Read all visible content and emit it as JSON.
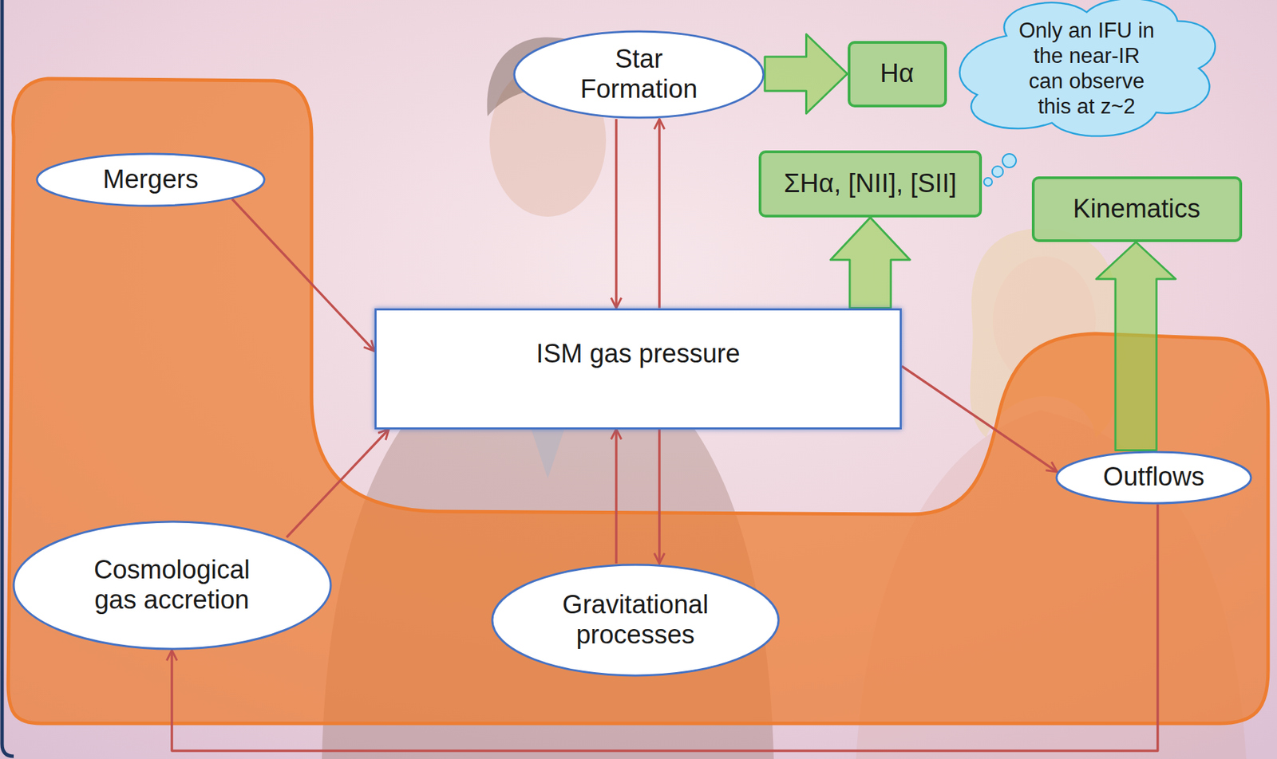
{
  "diagram": {
    "nodes": [
      {
        "text": [
          "Star Formation"
        ]
      },
      {
        "text": [
          "Hα"
        ]
      },
      {
        "text": [
          "Only an IFU in the near-IR can observe this at z~2"
        ]
      },
      {
        "text": [
          "Mergers"
        ]
      },
      {
        "text": [
          "ΣHα, [NII], [SII]"
        ]
      },
      {
        "text": [
          "Kinematics"
        ]
      },
      {
        "text": [
          "ISM gas pressure"
        ]
      },
      {
        "text": [
          "Outflows"
        ]
      },
      {
        "text": [
          "Cosmological gas accretion"
        ]
      },
      {
        "text": [
          "Gravitational processes"
        ]
      }
    ],
    "edges": [
      {
        "from": 0,
        "to": 1,
        "arrow": "to"
      },
      {
        "from": 0,
        "to": 6,
        "arrow": "to"
      },
      {
        "from": 6,
        "to": 0,
        "arrow": "to"
      },
      {
        "from": 3,
        "to": 6,
        "arrow": "to"
      },
      {
        "from": 6,
        "to": 4,
        "arrow": "to"
      },
      {
        "from": 7,
        "to": 5,
        "arrow": "to"
      },
      {
        "from": 8,
        "to": 6,
        "arrow": "to"
      },
      {
        "from": 9,
        "to": 6,
        "arrow": "to"
      },
      {
        "from": 6,
        "to": 9,
        "arrow": "to"
      },
      {
        "from": 6,
        "to": 7,
        "arrow": "to"
      },
      {
        "from": 7,
        "to": 8,
        "arrow": "to"
      }
    ]
  }
}
